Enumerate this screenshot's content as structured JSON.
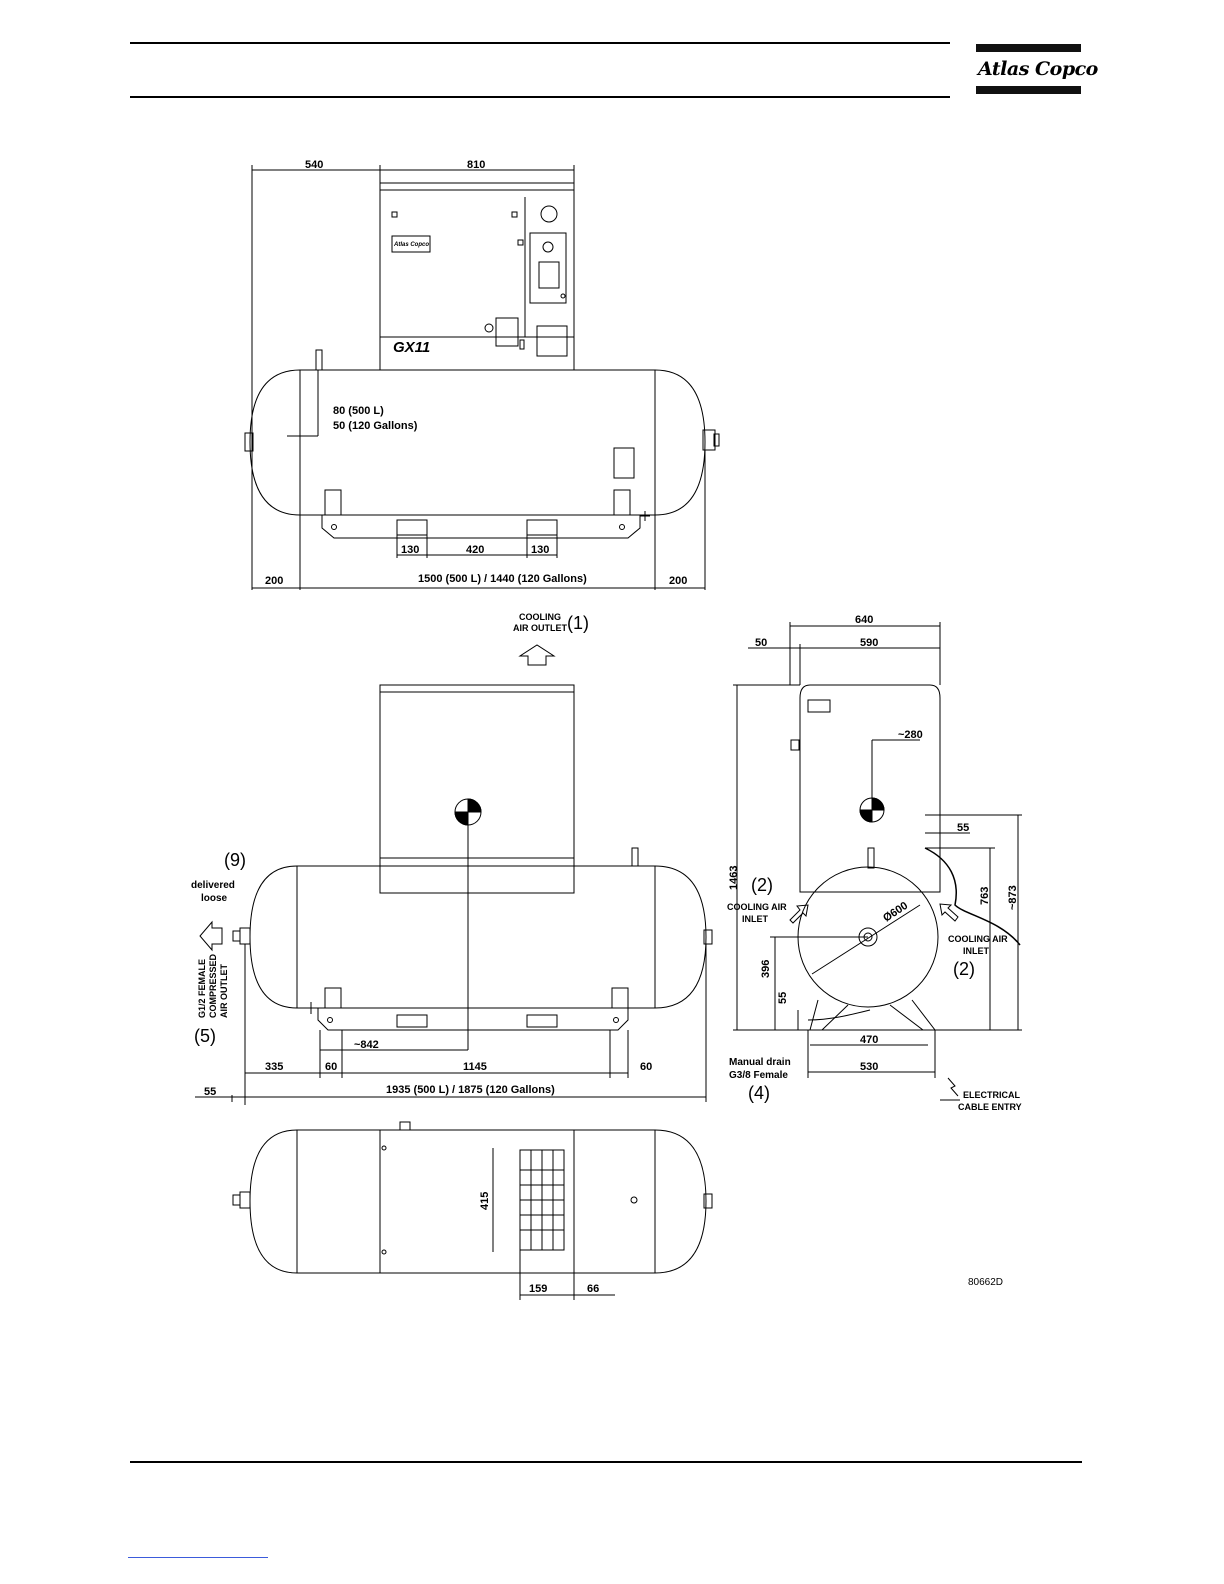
{
  "brand": {
    "logo_text": "Atlas Copco"
  },
  "figure_id": "80662D",
  "model_label": "GX11",
  "dimensions": {
    "front_top_540": "540",
    "front_top_810": "810",
    "drain_note_line1": "80 (500 L)",
    "drain_note_line2": "50 (120 Gallons)",
    "feet_130_left": "130",
    "feet_420": "420",
    "feet_130_right": "130",
    "end_200_left": "200",
    "length_total_front": "1500 (500 L) / 1440 (120 Gallons)",
    "end_200_right": "200",
    "side_width_640": "640",
    "side_offset_50": "50",
    "side_width_590": "590",
    "side_280": "~280",
    "side_55_top": "55",
    "side_height_1463": "1463",
    "side_height_873": "~873",
    "side_height_763": "763",
    "side_diameter": "Ø600",
    "side_396": "396",
    "side_55_low": "55",
    "side_470": "470",
    "side_530": "530",
    "plan_842": "~842",
    "plan_335": "335",
    "plan_60_left": "60",
    "plan_1145": "1145",
    "plan_60_right": "60",
    "plan_55": "55",
    "plan_length_total": "1935 (500 L) / 1875 (120 Gallons)",
    "top_415": "415",
    "top_159": "159",
    "top_66": "66"
  },
  "callouts": {
    "c1_num": "(1)",
    "c1_line1": "COOLING",
    "c1_line2": "AIR OUTLET",
    "c2_left_num": "(2)",
    "c2_left_line1": "COOLING AIR",
    "c2_left_line2": "INLET",
    "c2_right_num": "(2)",
    "c2_right_line1": "COOLING AIR",
    "c2_right_line2": "INLET",
    "c4_num": "(4)",
    "c4_line1": "Manual drain",
    "c4_line2": "G3/8 Female",
    "c5_num": "(5)",
    "c5_line1": "G1/2 FEMALE",
    "c5_line2": "COMPRESSED",
    "c5_line3": "AIR OUTLET",
    "c9_num": "(9)",
    "c9_line1": "delivered",
    "c9_line2": "loose",
    "elec_line1": "ELECTRICAL",
    "elec_line2": "CABLE ENTRY"
  }
}
